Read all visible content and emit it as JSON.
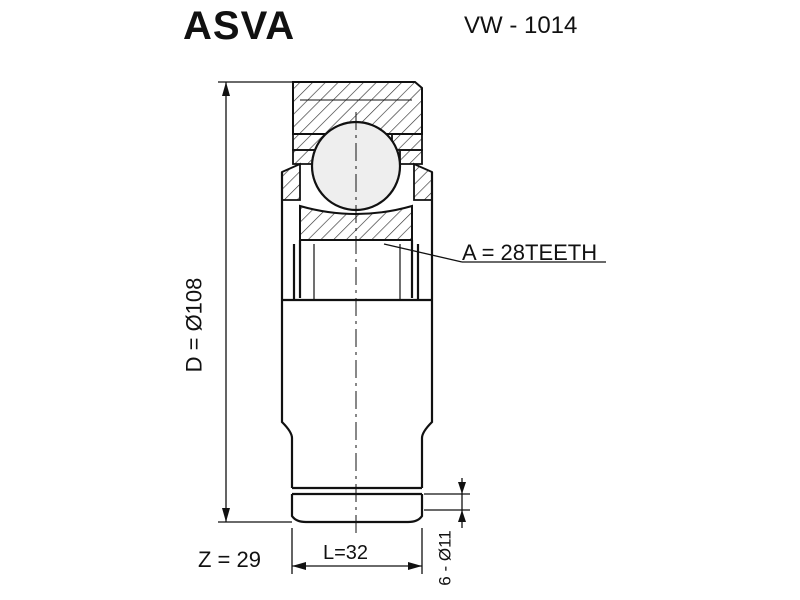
{
  "brand": "ASVA",
  "part_number": "VW - 1014",
  "labels": {
    "teeth": "A = 28TEETH",
    "diameter": "D = Ø108",
    "splines": "Z = 29",
    "length": "L=32",
    "pin": "6 - Ø11"
  },
  "colors": {
    "ink": "#111111",
    "ball": "#eeeeee",
    "paper": "#ffffff"
  }
}
